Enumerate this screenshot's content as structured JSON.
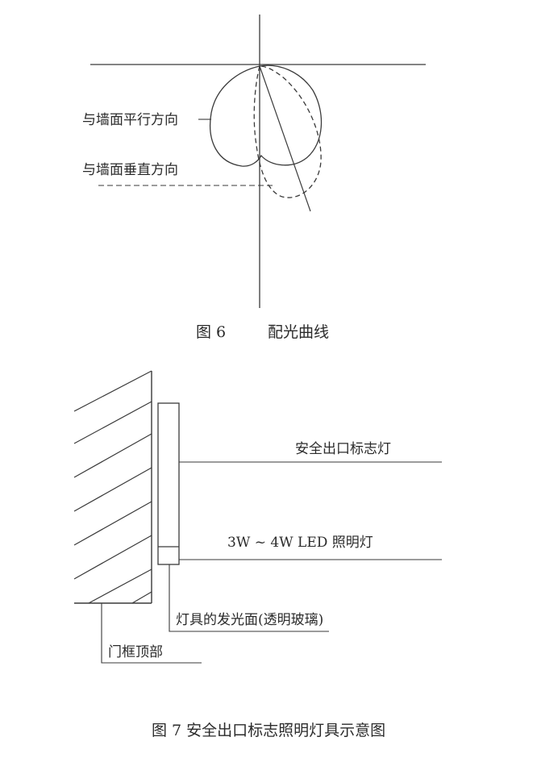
{
  "figure6": {
    "caption_number": "图 6",
    "caption_title": "配光曲线",
    "label_parallel": "与墙面平行方向",
    "label_perpendicular": "与墙面垂直方向"
  },
  "figure7": {
    "caption": "图 7  安全出口标志照明灯具示意图",
    "label_sign_light": "安全出口标志灯",
    "label_led": "3W ~ 4W LED 照明灯",
    "label_emitting_surface": "灯具的发光面(透明玻璃)",
    "label_door_frame": "门框顶部"
  },
  "colors": {
    "line": "#3a3a3a",
    "text": "#2b2b2b"
  }
}
